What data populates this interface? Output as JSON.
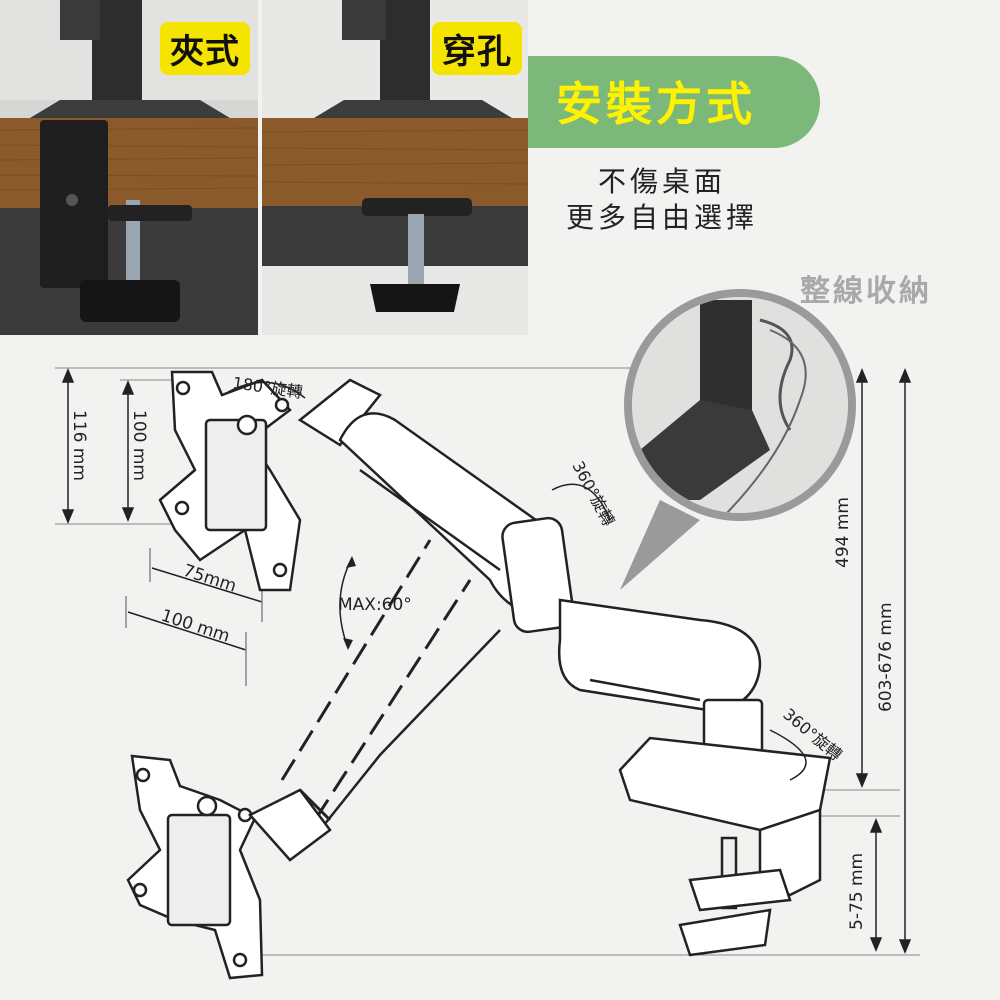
{
  "install": {
    "clamp_label": "夾式",
    "grommet_label": "穿孔",
    "title": "安裝方式",
    "line1": "不傷桌面",
    "line2": "更多自由選擇",
    "cable_label": "整線收納"
  },
  "dimensions": {
    "plate_height_outer": "116 mm",
    "plate_height_inner": "100 mm",
    "plate_width_75": "75mm",
    "plate_width_100": "100 mm",
    "tilt": "MAX:60°",
    "height_494": "494 mm",
    "height_range": "603-676 mm",
    "desk_thickness": "5-75 mm"
  },
  "rotation": {
    "plate": "180°旋轉",
    "elbow": "360°旋轉",
    "base": "360°旋轉"
  },
  "colors": {
    "banner_green": "#7cb87a",
    "tag_yellow": "#f5e400",
    "title_yellow": "#fff200",
    "wood": "#8b5a2b"
  }
}
